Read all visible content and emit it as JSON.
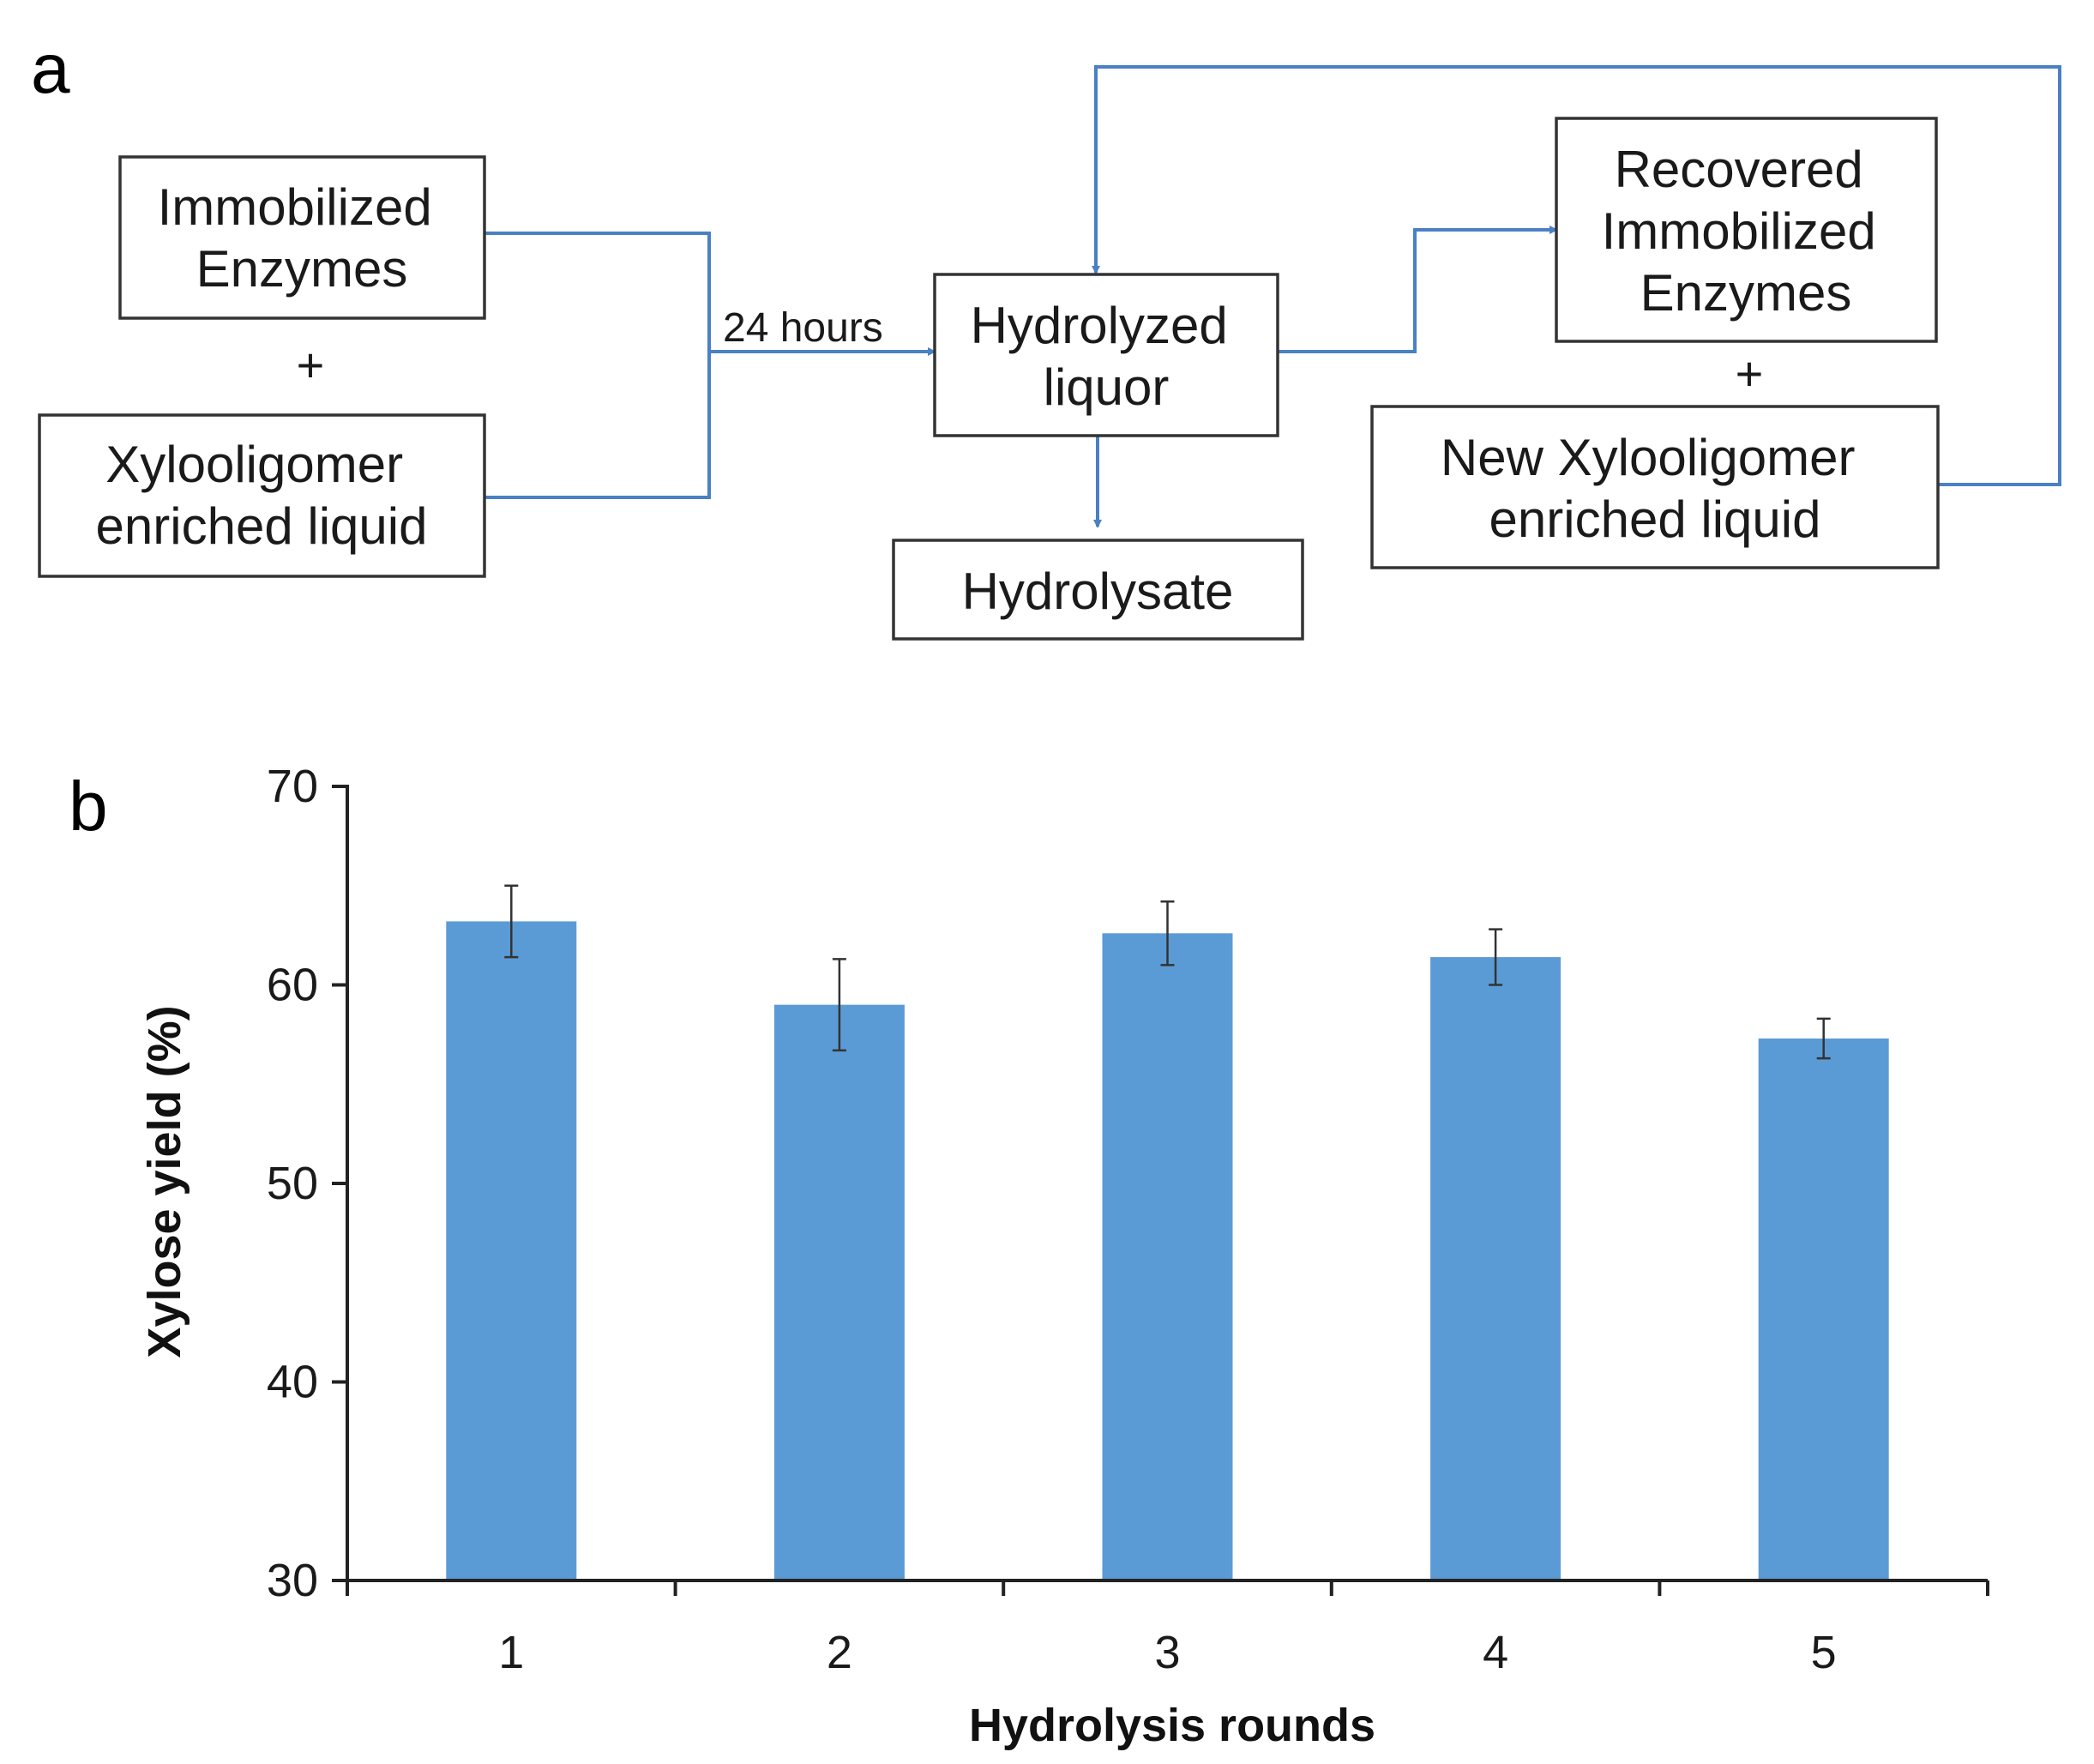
{
  "panels": {
    "a": "a",
    "b": "b"
  },
  "colors": {
    "flow": "#4a80c4",
    "bar": "#5b9bd5",
    "box_border": "#333333"
  },
  "diagram": {
    "boxes": {
      "immobilized": [
        "Immobilized",
        "Enzymes"
      ],
      "xylo": [
        "Xylooligomer",
        "enriched liquid"
      ],
      "hydrolyzed": [
        "Hydrolyzed",
        "liquor"
      ],
      "hydrolysate": [
        "Hydrolysate"
      ],
      "recovered": [
        "Recovered",
        "Immobilized",
        "Enzymes"
      ],
      "new_xylo": [
        "New Xylooligomer",
        "enriched liquid"
      ]
    },
    "plus": "+",
    "step_label": "24 hours"
  },
  "chart_data": {
    "type": "bar",
    "categories": [
      "1",
      "2",
      "3",
      "4",
      "5"
    ],
    "values": [
      63.2,
      59.0,
      62.6,
      61.4,
      57.3
    ],
    "errors": [
      1.8,
      2.3,
      1.6,
      1.4,
      1.0
    ],
    "xlabel": "Hydrolysis rounds",
    "ylabel": "Xylose yield (%)",
    "ylim": [
      30,
      70
    ],
    "yticks": [
      30,
      40,
      50,
      60,
      70
    ],
    "grid": false,
    "legend": "none"
  }
}
